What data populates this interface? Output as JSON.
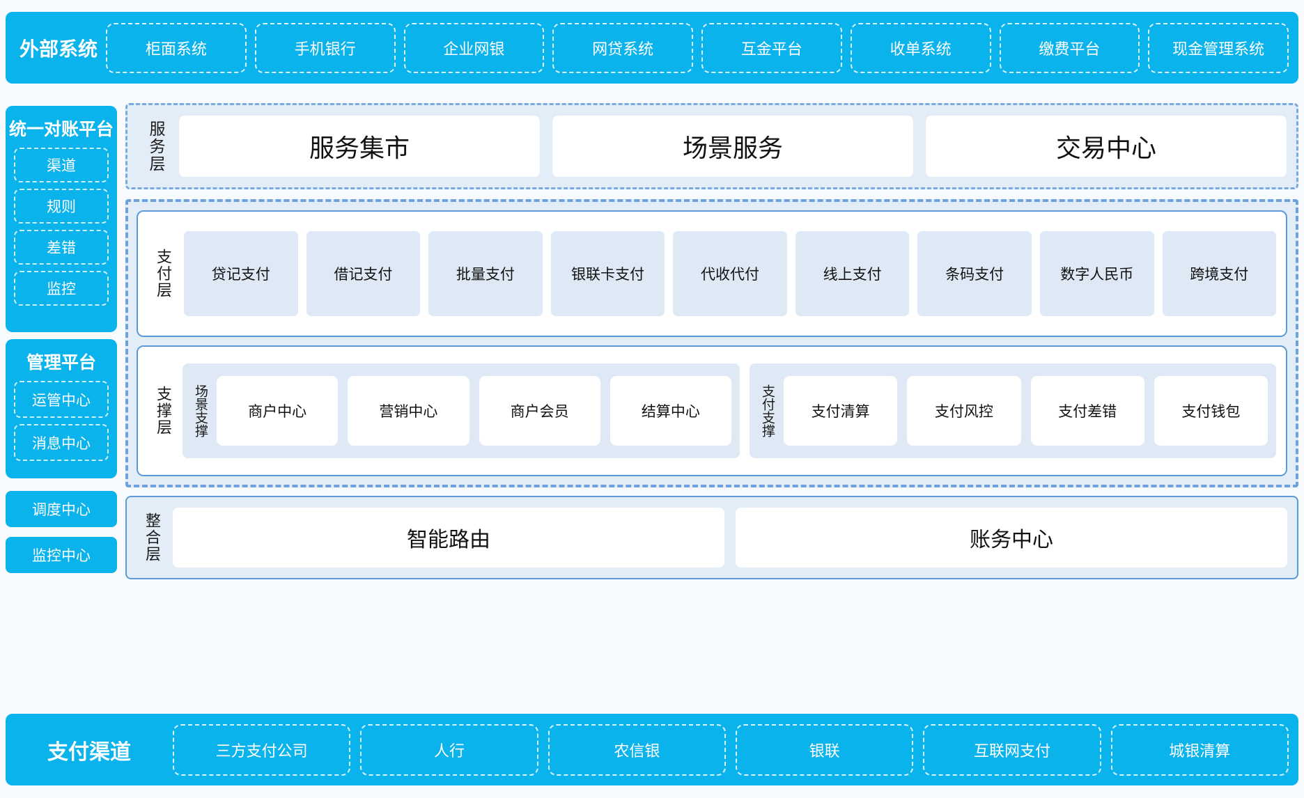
{
  "external_systems": {
    "title": "外部系统",
    "items": [
      "柜面系统",
      "手机银行",
      "企业网银",
      "网贷系统",
      "互金平台",
      "收单系统",
      "缴费平台",
      "现金管理系统"
    ]
  },
  "sidebar": {
    "recon_platform": {
      "title": "统一对账平台",
      "items": [
        "渠道",
        "规则",
        "差错",
        "监控"
      ]
    },
    "mgmt_platform": {
      "title": "管理平台",
      "items": [
        "运管中心",
        "消息中心"
      ]
    },
    "standalone": [
      "调度中心",
      "监控中心"
    ]
  },
  "service_layer": {
    "label": "服务层",
    "items": [
      "服务集市",
      "场景服务",
      "交易中心"
    ]
  },
  "payment_layer": {
    "label": "支付层",
    "items": [
      "贷记支付",
      "借记支付",
      "批量支付",
      "银联卡支付",
      "代收代付",
      "线上支付",
      "条码支付",
      "数字人民币",
      "跨境支付"
    ]
  },
  "support_layer": {
    "label": "支撑层",
    "groups": [
      {
        "label": "场景支撑",
        "items": [
          "商户中心",
          "营销中心",
          "商户会员",
          "结算中心"
        ]
      },
      {
        "label": "支付支撑",
        "items": [
          "支付清算",
          "支付风控",
          "支付差错",
          "支付钱包"
        ]
      }
    ]
  },
  "integration_layer": {
    "label": "整合层",
    "items": [
      "智能路由",
      "账务中心"
    ]
  },
  "payment_channels": {
    "title": "支付渠道",
    "items": [
      "三方支付公司",
      "人行",
      "农信银",
      "银联",
      "互联网支付",
      "城银清算"
    ]
  },
  "colors": {
    "cyan": "#0bb3ec",
    "panel_blue": "#e3edf8",
    "card_blue": "#dfe9f6",
    "border_blue": "#5b9bd5",
    "dashed_blue": "#6fa2dd",
    "background": "#f7fbfd"
  }
}
